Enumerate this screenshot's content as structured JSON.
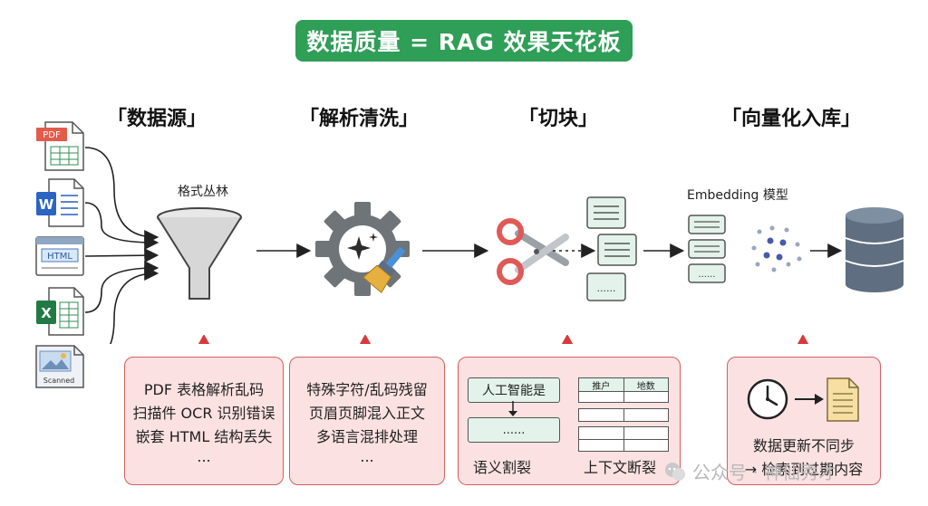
{
  "title": "数据质量 = RAG 效果天花板",
  "stages": {
    "source": "「数据源」",
    "parse": "「解析清洗」",
    "chunk": "「切块」",
    "vector": "「向量化入库」"
  },
  "labels": {
    "funnel": "格式丛林",
    "embedding": "Embedding 模型"
  },
  "file_icons": {
    "pdf": "PDF",
    "html": "HTML",
    "scanned": "Scanned"
  },
  "warnings": {
    "source": [
      "PDF 表格解析乱码",
      "扫描件 OCR 识别错误",
      "嵌套 HTML 结构丢失",
      "..."
    ],
    "parse": [
      "特殊字符/乱码残留",
      "页眉页脚混入正文",
      "多语言混排处理",
      "..."
    ],
    "chunk": {
      "chunk_text": "人工智能是",
      "chunk_cont": "......",
      "table_headers": [
        "推户",
        "地数"
      ],
      "left_caption": "语义割裂",
      "right_caption": "上下文断裂"
    },
    "vector": [
      "数据更新不同步",
      "→ 检索到过期内容"
    ]
  },
  "watermark": "公众号 · 神仙秀才",
  "colors": {
    "title_bg": "#2f9e57",
    "warn_bg": "#fbe1e1",
    "warn_border": "#d16060",
    "alert_red": "#d63b3b"
  }
}
